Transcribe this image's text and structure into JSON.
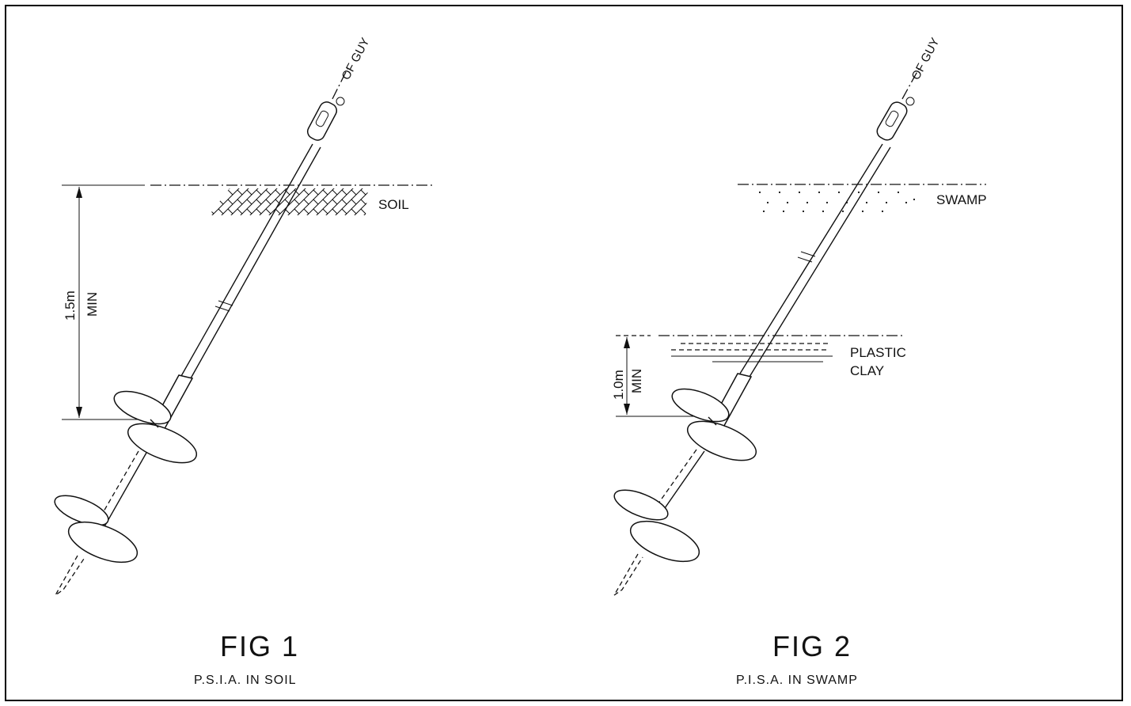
{
  "figures": [
    {
      "guy_label": "OF  GUY",
      "layer1_label": "SOIL",
      "dimension_value": "1.5m",
      "dimension_note": "MIN",
      "fig_title": "FIG  1",
      "fig_caption": "P.S.I.A.  IN  SOIL"
    },
    {
      "guy_label": "OF  GUY",
      "layer1_label": "SWAMP",
      "layer2_label_line1": "PLASTIC",
      "layer2_label_line2": "CLAY",
      "dimension_value": "1.0m",
      "dimension_note": "MIN",
      "fig_title": "FIG  2",
      "fig_caption": "P.I.S.A.  IN  SWAMP"
    }
  ]
}
